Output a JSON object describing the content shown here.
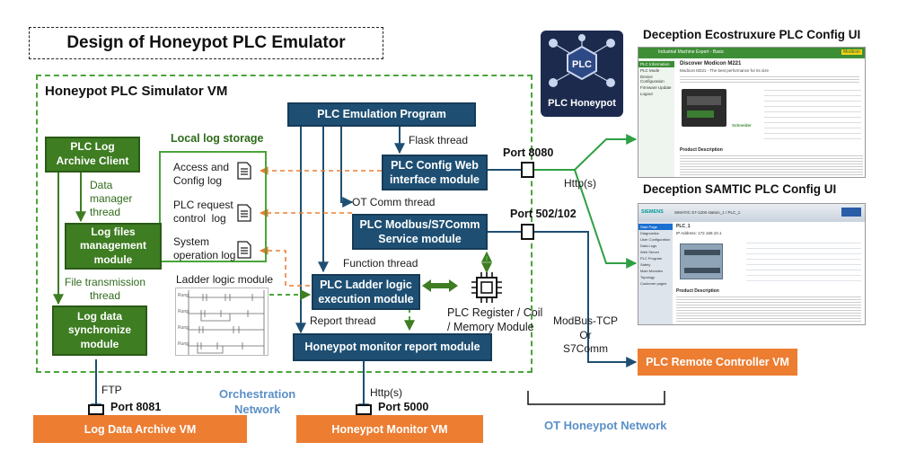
{
  "title": "Design of Honeypot PLC Emulator",
  "simulator_vm": {
    "label": "Honeypot PLC Simulator VM",
    "local_log_storage": {
      "title": "Local log storage",
      "logs": [
        "Access and\nConfig log",
        "PLC request\ncontrol  log",
        "System\noperation log"
      ]
    },
    "modules": {
      "log_archive_client": "PLC Log\nArchive Client",
      "log_files_management": "Log files\nmanagement\nmodule",
      "log_data_sync": "Log data\nsynchronize\nmodule",
      "emulation_program": "PLC Emulation Program",
      "config_web": "PLC Config Web\ninterface module",
      "modbus_service": "PLC Modbus/S7Comm\nService module",
      "ladder_logic": "PLC Ladder logic\nexecution module",
      "monitor_report": "Honeypot monitor report module"
    },
    "threads": {
      "data_manager": "Data\nmanager\nthread",
      "file_transmission": "File transmission\nthread",
      "flask": "Flask thread",
      "ot_comm": "OT Comm thread",
      "function": "Function thread",
      "report": "Report thread"
    },
    "ladder_logic_module_label": "Ladder logic module",
    "register_label": "PLC Register / Coil\n/ Memory Module",
    "ladder_rows": [
      "Rung",
      "Rung",
      "Rung",
      "Rung"
    ]
  },
  "ports": {
    "p8080": "Port 8080",
    "p502": "Port 502/102",
    "p8081": "Port 8081",
    "p5000": "Port 5000"
  },
  "protocols": {
    "ftp": "FTP",
    "http_monitor": "Http(s)",
    "http_config": "Http(s)",
    "modbus": "ModBus-TCP\nOr\nS7Comm"
  },
  "external_vms": {
    "log_data_archive": "Log Data Archive VM",
    "honeypot_monitor": "Honeypot Monitor VM",
    "remote_controller": "PLC Remote Controller VM"
  },
  "networks": {
    "orchestration": "Orchestration\nNetwork",
    "ot_honeypot": "OT Honeypot Network"
  },
  "logo": {
    "text": "PLC Honeypot",
    "badge": "PLC"
  },
  "screenshots": {
    "ecostruxure": {
      "title": "Deception Ecostruxure PLC Config UI",
      "header": "Industrial Machine Expert - Basic",
      "brand": "Modicon",
      "heading": "Discover Modicon M221",
      "subheading": "Modicon M221 - The best performance for its size",
      "nav": [
        "PLC Information",
        "PLC Mode",
        "Device Configuration",
        "Firmware Update",
        "Logout"
      ],
      "section": "Product Description",
      "schneider": "Schneider"
    },
    "samtic": {
      "title": "Deception SAMTIC PLC Config UI",
      "brand": "SIEMENS",
      "header": "SIMATIC S7-1200 station_1 / PLC_1",
      "page": "PLC_1",
      "ip": "IP Address: 172.168.10.1",
      "nav": [
        "Start Page",
        "Diagnostics",
        "User Configuration",
        "Data Logs",
        "Web Server",
        "PLC Program",
        "Safety",
        "Main Modules",
        "Topology",
        "Customer pages"
      ],
      "section": "Product Description"
    }
  },
  "colors": {
    "green_box": "#3e7d22",
    "blue_box": "#1e4f73",
    "orange_box": "#ed7d31",
    "green_line": "#2ea043",
    "blue_line": "#1e4f73",
    "orange_dash": "#ed7d31"
  }
}
